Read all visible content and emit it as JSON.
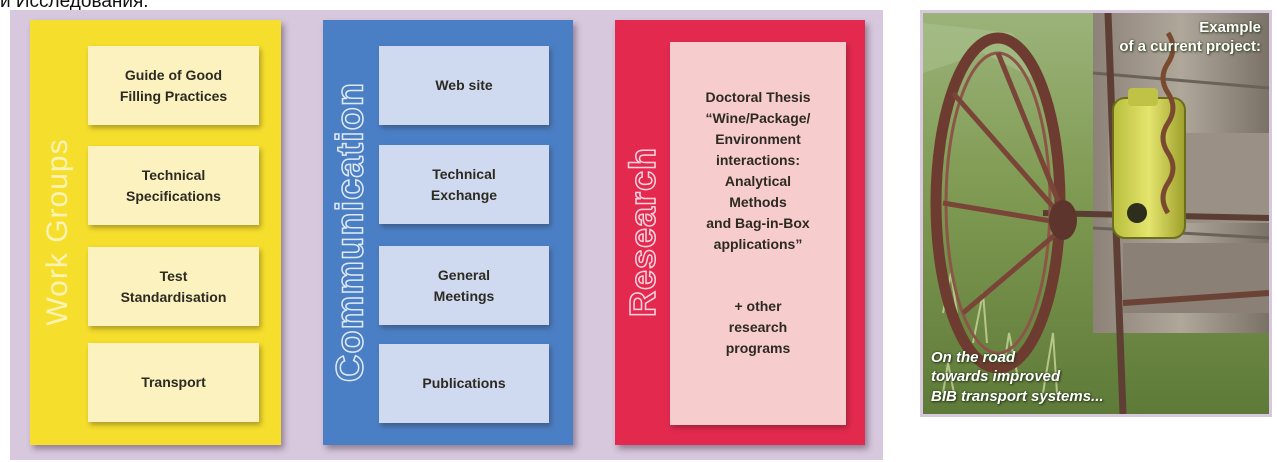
{
  "top_text": "и Исследования:",
  "columns": {
    "work_groups": {
      "title": "Work Groups",
      "items": [
        "Guide of Good\nFilling Practices",
        "Technical\nSpecifications",
        "Test\nStandardisation",
        "Transport"
      ]
    },
    "communication": {
      "title": "Communication",
      "items": [
        "Web site",
        "Technical\nExchange",
        "General\nMeetings",
        "Publications"
      ]
    },
    "research": {
      "title": "Research",
      "thesis": "Doctoral Thesis\n“Wine/Package/\nEnvironment\ninteractions:\nAnalytical\nMethods\nand Bag-in-Box\napplications”",
      "other": "+ other\nresearch\nprograms"
    }
  },
  "photo": {
    "caption_top": [
      "Example",
      "of a current project:"
    ],
    "caption_bottom": [
      "On the road",
      "towards improved",
      "BIB transport systems..."
    ]
  },
  "colors": {
    "work_groups": "#f6df2c",
    "communication": "#4b7fc5",
    "research": "#e4294f",
    "background_panel": "#d8c8de"
  }
}
